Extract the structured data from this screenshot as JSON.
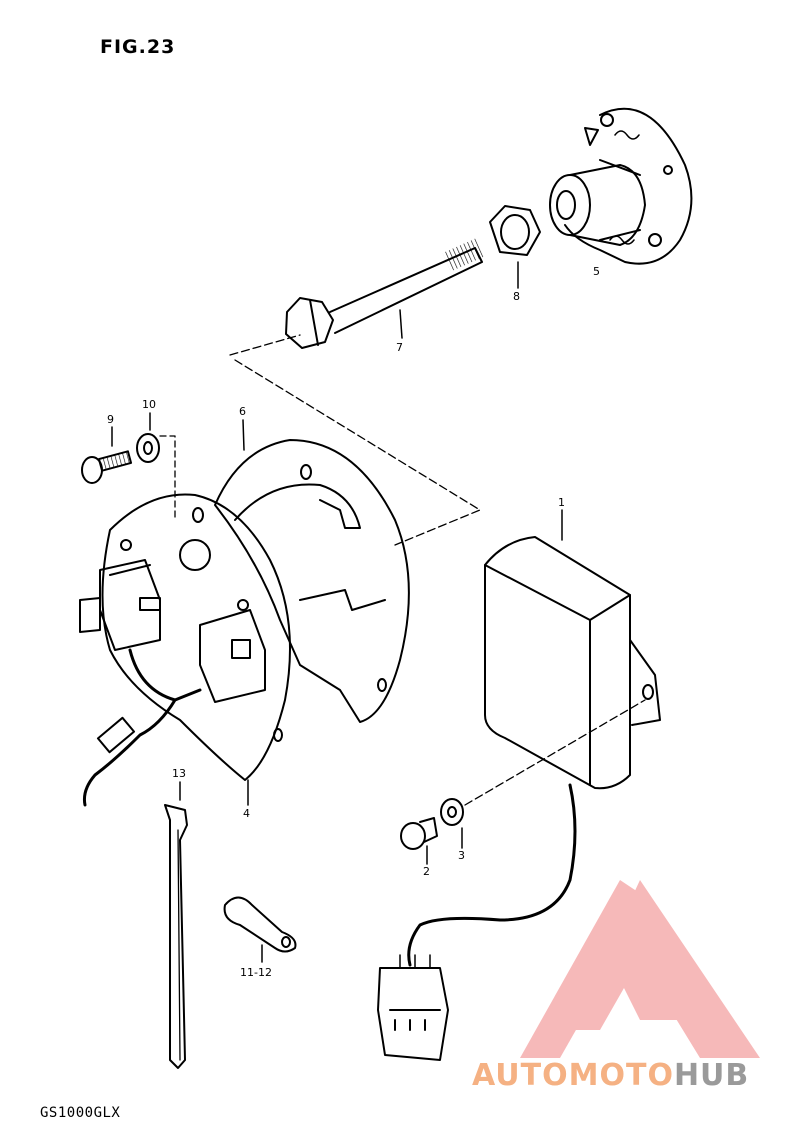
{
  "figure": {
    "title": "FIG.23",
    "model": "GS1000GLX"
  },
  "callouts": [
    {
      "id": "c1",
      "label": "1"
    },
    {
      "id": "c2",
      "label": "2"
    },
    {
      "id": "c3",
      "label": "3"
    },
    {
      "id": "c4",
      "label": "4"
    },
    {
      "id": "c5",
      "label": "5"
    },
    {
      "id": "c6",
      "label": "6"
    },
    {
      "id": "c7",
      "label": "7"
    },
    {
      "id": "c8",
      "label": "8"
    },
    {
      "id": "c9",
      "label": "9"
    },
    {
      "id": "c10",
      "label": "10"
    },
    {
      "id": "c11",
      "label": "11-12"
    },
    {
      "id": "c13",
      "label": "13"
    }
  ],
  "watermark": {
    "part1": "AUTOMOTO",
    "part2": "HUB",
    "logo": "triangle-logo-icon",
    "color_primary": "#f08080",
    "color_secondary": "#9a9a9a"
  }
}
